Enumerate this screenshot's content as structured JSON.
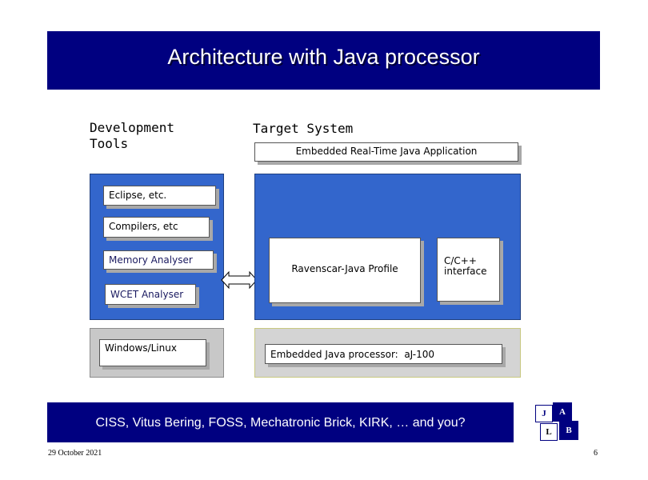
{
  "slide": {
    "title": "Architecture with Java processor"
  },
  "dev_tools": {
    "heading": "Development Tools",
    "items": [
      "Eclipse, etc.",
      "Compilers, etc",
      "Memory Analyser",
      "WCET Analyser"
    ],
    "os": "Windows/Linux"
  },
  "target": {
    "heading": "Target System",
    "application": "Embedded Real-Time Java Application",
    "profile": "Ravenscar-Java Profile",
    "interface": "C/C++ interface",
    "processor": "Embedded Java processor:  aJ-100"
  },
  "banner": {
    "text": "CISS, Vitus Bering, FOSS, Mechatronic Brick, KIRK, … and you?"
  },
  "footer": {
    "date": "29 October 2021",
    "page": "6"
  },
  "logo": {
    "letters": [
      "J",
      "A",
      "L",
      "B"
    ]
  },
  "colors": {
    "banner": "#000080",
    "panel_blue": "#3366cc",
    "panel_gray": "#c8c8c8"
  }
}
